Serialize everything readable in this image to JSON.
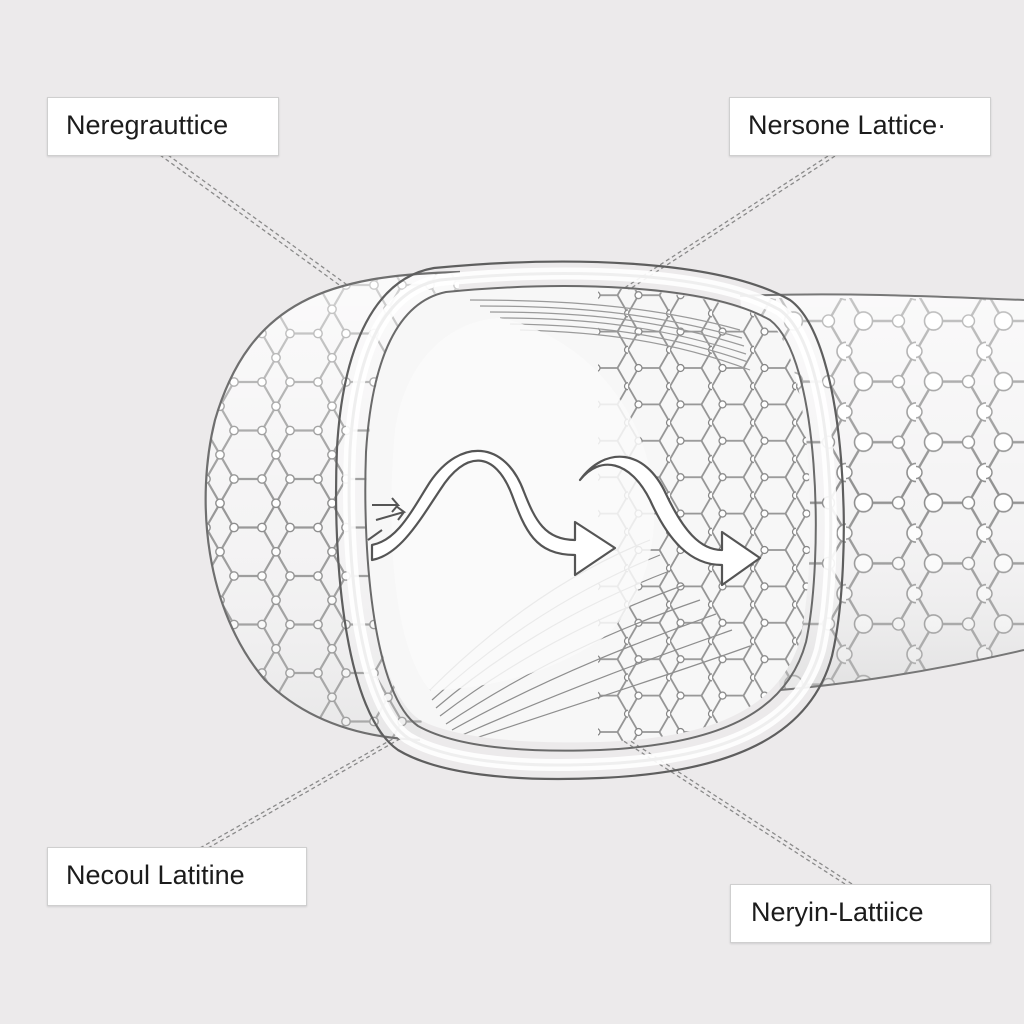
{
  "labels": {
    "top_left": "Neregrauttice",
    "top_right": "Nersone Lattice·",
    "bottom_left": "Necoul Latitine",
    "bottom_right": "Neryin-Lattiice"
  },
  "colors": {
    "background": "#eceaeb",
    "line": "#6f6f6f",
    "lattice": "#7a7a7a",
    "node_fill": "#ffffff",
    "label_border": "#cfcfcf"
  }
}
